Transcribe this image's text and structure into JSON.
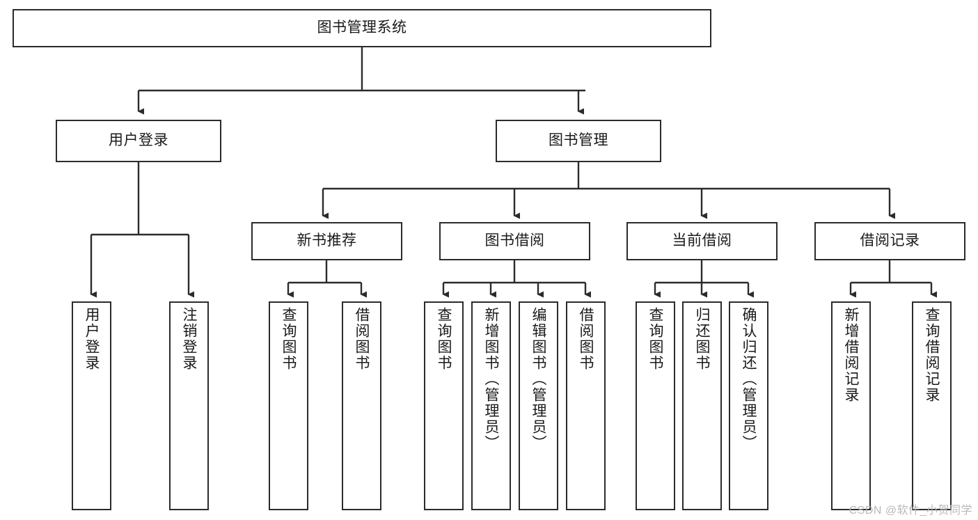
{
  "diagram": {
    "type": "tree-hierarchy-chart",
    "title": "图书管理系统",
    "colors": {
      "box_stroke": "#2b2b2b",
      "box_fill": "#ffffff",
      "edge": "#2b2b2b",
      "text": "#1a1a1a",
      "watermark": "#b8b8b8"
    },
    "nodes": {
      "root": {
        "label": "图书管理系统",
        "orientation": "horizontal"
      },
      "level2": [
        {
          "id": "user-login",
          "label": "用户登录",
          "orientation": "horizontal"
        },
        {
          "id": "book-manage",
          "label": "图书管理",
          "orientation": "horizontal"
        }
      ],
      "level3": [
        {
          "id": "new-book-recommend",
          "label": "新书推荐",
          "orientation": "horizontal"
        },
        {
          "id": "book-borrow",
          "label": "图书借阅",
          "orientation": "horizontal"
        },
        {
          "id": "current-borrow",
          "label": "当前借阅",
          "orientation": "horizontal"
        },
        {
          "id": "borrow-record",
          "label": "借阅记录",
          "orientation": "horizontal"
        }
      ],
      "leaves": [
        {
          "id": "leaf-user-login",
          "parent": "user-login",
          "label": "用户登录",
          "orientation": "vertical"
        },
        {
          "id": "leaf-logout-login",
          "parent": "user-login",
          "label": "注销登录",
          "orientation": "vertical"
        },
        {
          "id": "leaf-query-book-1",
          "parent": "new-book-recommend",
          "label": "查询图书",
          "orientation": "vertical"
        },
        {
          "id": "leaf-borrow-book-1",
          "parent": "new-book-recommend",
          "label": "借阅图书",
          "orientation": "vertical"
        },
        {
          "id": "leaf-query-book-2",
          "parent": "book-borrow",
          "label": "查询图书",
          "orientation": "vertical"
        },
        {
          "id": "leaf-add-book",
          "parent": "book-borrow",
          "label": "新增图书（管理员）",
          "orientation": "vertical"
        },
        {
          "id": "leaf-edit-book",
          "parent": "book-borrow",
          "label": "编辑图书（管理员）",
          "orientation": "vertical"
        },
        {
          "id": "leaf-borrow-book-2",
          "parent": "book-borrow",
          "label": "借阅图书",
          "orientation": "vertical"
        },
        {
          "id": "leaf-query-book-3",
          "parent": "current-borrow",
          "label": "查询图书",
          "orientation": "vertical"
        },
        {
          "id": "leaf-return-book",
          "parent": "current-borrow",
          "label": "归还图书",
          "orientation": "vertical"
        },
        {
          "id": "leaf-confirm-return",
          "parent": "current-borrow",
          "label": "确认归还（管理员）",
          "orientation": "vertical"
        },
        {
          "id": "leaf-add-record",
          "parent": "borrow-record",
          "label": "新增借阅记录",
          "orientation": "vertical"
        },
        {
          "id": "leaf-query-record",
          "parent": "borrow-record",
          "label": "查询借阅记录",
          "orientation": "vertical"
        }
      ]
    },
    "watermark": "CSDN @软件_小贺同学"
  }
}
